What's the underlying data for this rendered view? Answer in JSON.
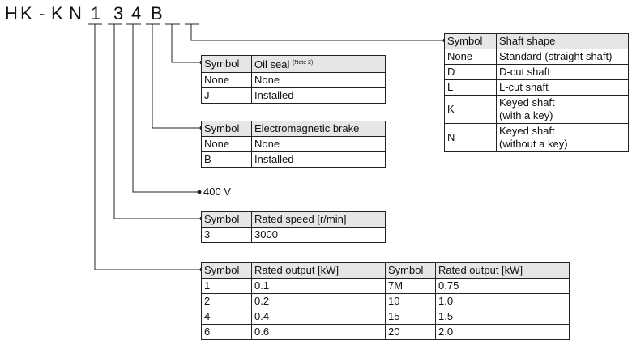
{
  "model_code": {
    "chars": [
      "H",
      "K",
      "-",
      "K",
      "N",
      "1",
      "3",
      "4",
      "B"
    ]
  },
  "shaft_shape": {
    "headers": [
      "Symbol",
      "Shaft shape"
    ],
    "rows": [
      [
        "None",
        "Standard (straight shaft)"
      ],
      [
        "D",
        "D-cut shaft"
      ],
      [
        "L",
        "L-cut shaft"
      ],
      [
        "K",
        "Keyed shaft (with a key)"
      ],
      [
        "N",
        "Keyed shaft (without a key)"
      ]
    ]
  },
  "oil_seal": {
    "headers": [
      "Symbol",
      "Oil seal"
    ],
    "note": "(Note 2)",
    "rows": [
      [
        "None",
        "None"
      ],
      [
        "J",
        "Installed"
      ]
    ]
  },
  "brake": {
    "headers": [
      "Symbol",
      "Electromagnetic brake"
    ],
    "rows": [
      [
        "None",
        "None"
      ],
      [
        "B",
        "Installed"
      ]
    ]
  },
  "voltage": {
    "label": "400 V"
  },
  "rated_speed": {
    "headers": [
      "Symbol",
      "Rated speed [r/min]"
    ],
    "rows": [
      [
        "3",
        "3000"
      ]
    ]
  },
  "rated_output": {
    "headers": [
      "Symbol",
      "Rated output [kW]",
      "Symbol",
      "Rated output [kW]"
    ],
    "rows": [
      [
        "1",
        "0.1",
        "7M",
        "0.75"
      ],
      [
        "2",
        "0.2",
        "10",
        "1.0"
      ],
      [
        "4",
        "0.4",
        "15",
        "1.5"
      ],
      [
        "6",
        "0.6",
        "20",
        "2.0"
      ]
    ]
  }
}
